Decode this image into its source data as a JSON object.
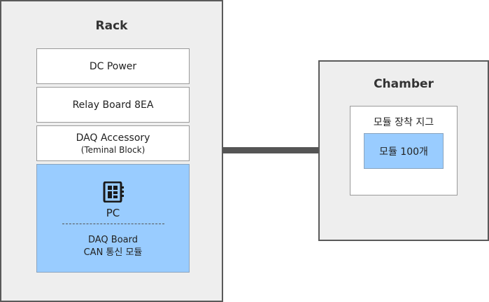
{
  "rack": {
    "title": "Rack",
    "dc_power": "DC Power",
    "relay_board": "Relay Board 8EA",
    "daq_accessory": {
      "label": "DAQ Accessory",
      "sublabel": "(Teminal Block)"
    },
    "pc": {
      "icon": "cpu-icon",
      "label": "PC",
      "lines": [
        "DAQ Board",
        "CAN 통신 모듈"
      ]
    }
  },
  "chamber": {
    "title": "Chamber",
    "jig": {
      "label": "모듈 장착 지그",
      "module": "모듈 100개"
    }
  },
  "colors": {
    "panel_bg": "#eeeeee",
    "panel_border": "#5a5a5a",
    "highlight": "#99ccff",
    "connector": "#555555"
  }
}
